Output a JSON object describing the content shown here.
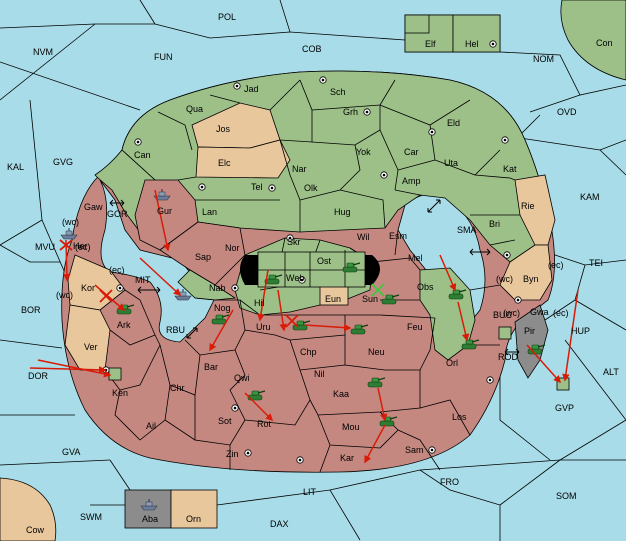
{
  "colors": {
    "sea": "#a8dce8",
    "green": "#9cc088",
    "tan": "#e9c79c",
    "red": "#c48880",
    "grey": "#8c8c8c",
    "border": "#000000",
    "order_arrow": "#d81c08",
    "support_mark": "#3fc83f",
    "unit_army": "#2e7d32",
    "unit_fleet": "#6b7d9a"
  },
  "labels": {
    "POL": "POL",
    "FUN": "FUN",
    "COB": "COB",
    "NVM": "NVM",
    "NOM": "NOM",
    "Con": "Con",
    "Elf": "Elf",
    "Hel": "Hel",
    "OVD": "OVD",
    "KAL": "KAL",
    "GVG": "GVG",
    "GOR": "GOR",
    "KAM": "KAM",
    "SMA": "SMA",
    "TEI": "TEI",
    "MVU": "MVU",
    "MIT": "MIT",
    "BOR": "BOR",
    "RBU": "RBU",
    "BUC": "BUC",
    "HUP": "HUP",
    "DOR": "DOR",
    "ROD": "ROD",
    "ALT": "ALT",
    "GVP": "GVP",
    "GVA": "GVA",
    "FRO": "FRO",
    "LIT": "LIT",
    "SOM": "SOM",
    "SWM": "SWM",
    "DAX": "DAX",
    "Cow": "Cow",
    "Aba": "Aba",
    "Orn": "Orn",
    "Jad": "Jad",
    "Sch": "Sch",
    "Qua": "Qua",
    "Jos": "Jos",
    "Grh": "Grh",
    "Eld": "Eld",
    "Can": "Can",
    "Elc": "Elc",
    "Yok": "Yok",
    "Car": "Car",
    "Uta": "Uta",
    "Nar": "Nar",
    "Kat": "Kat",
    "Gaw": "Gaw",
    "Gur": "Gur",
    "Tel": "Tel",
    "Olk": "Olk",
    "Amp": "Amp",
    "Rie": "Rie",
    "Lan": "Lan",
    "Hug": "Hug",
    "Bri": "Bri",
    "Wil": "Wil",
    "Esm": "Esm",
    "Her": "Her",
    "Nor": "Nor",
    "Skr": "Skr",
    "Sap": "Sap",
    "Ost": "Ost",
    "Mel": "Mel",
    "Byn": "Byn",
    "Web": "Web",
    "Kor": "Kor",
    "Nab": "Nab",
    "Obs": "Obs",
    "Gwa": "Gwa",
    "Eun": "Eun",
    "Sun": "Sun",
    "Ark": "Ark",
    "Hil": "Hil",
    "Nog": "Nog",
    "Pir": "Pir",
    "Uru": "Uru",
    "Feu": "Feu",
    "Orl": "Orl",
    "Ver": "Ver",
    "Chp": "Chp",
    "Neu": "Neu",
    "Bar": "Bar",
    "Nil": "Nil",
    "Qwi": "Qwi",
    "Ken": "Ken",
    "Chr": "Chr",
    "Kaa": "Kaa",
    "Ail": "Ail",
    "Sot": "Sot",
    "Rot": "Rot",
    "Mou": "Mou",
    "Los": "Los",
    "Sam": "Sam",
    "Zin": "Zin",
    "Kar": "Kar",
    "wc": "(wc)",
    "ec": "(ec)"
  }
}
